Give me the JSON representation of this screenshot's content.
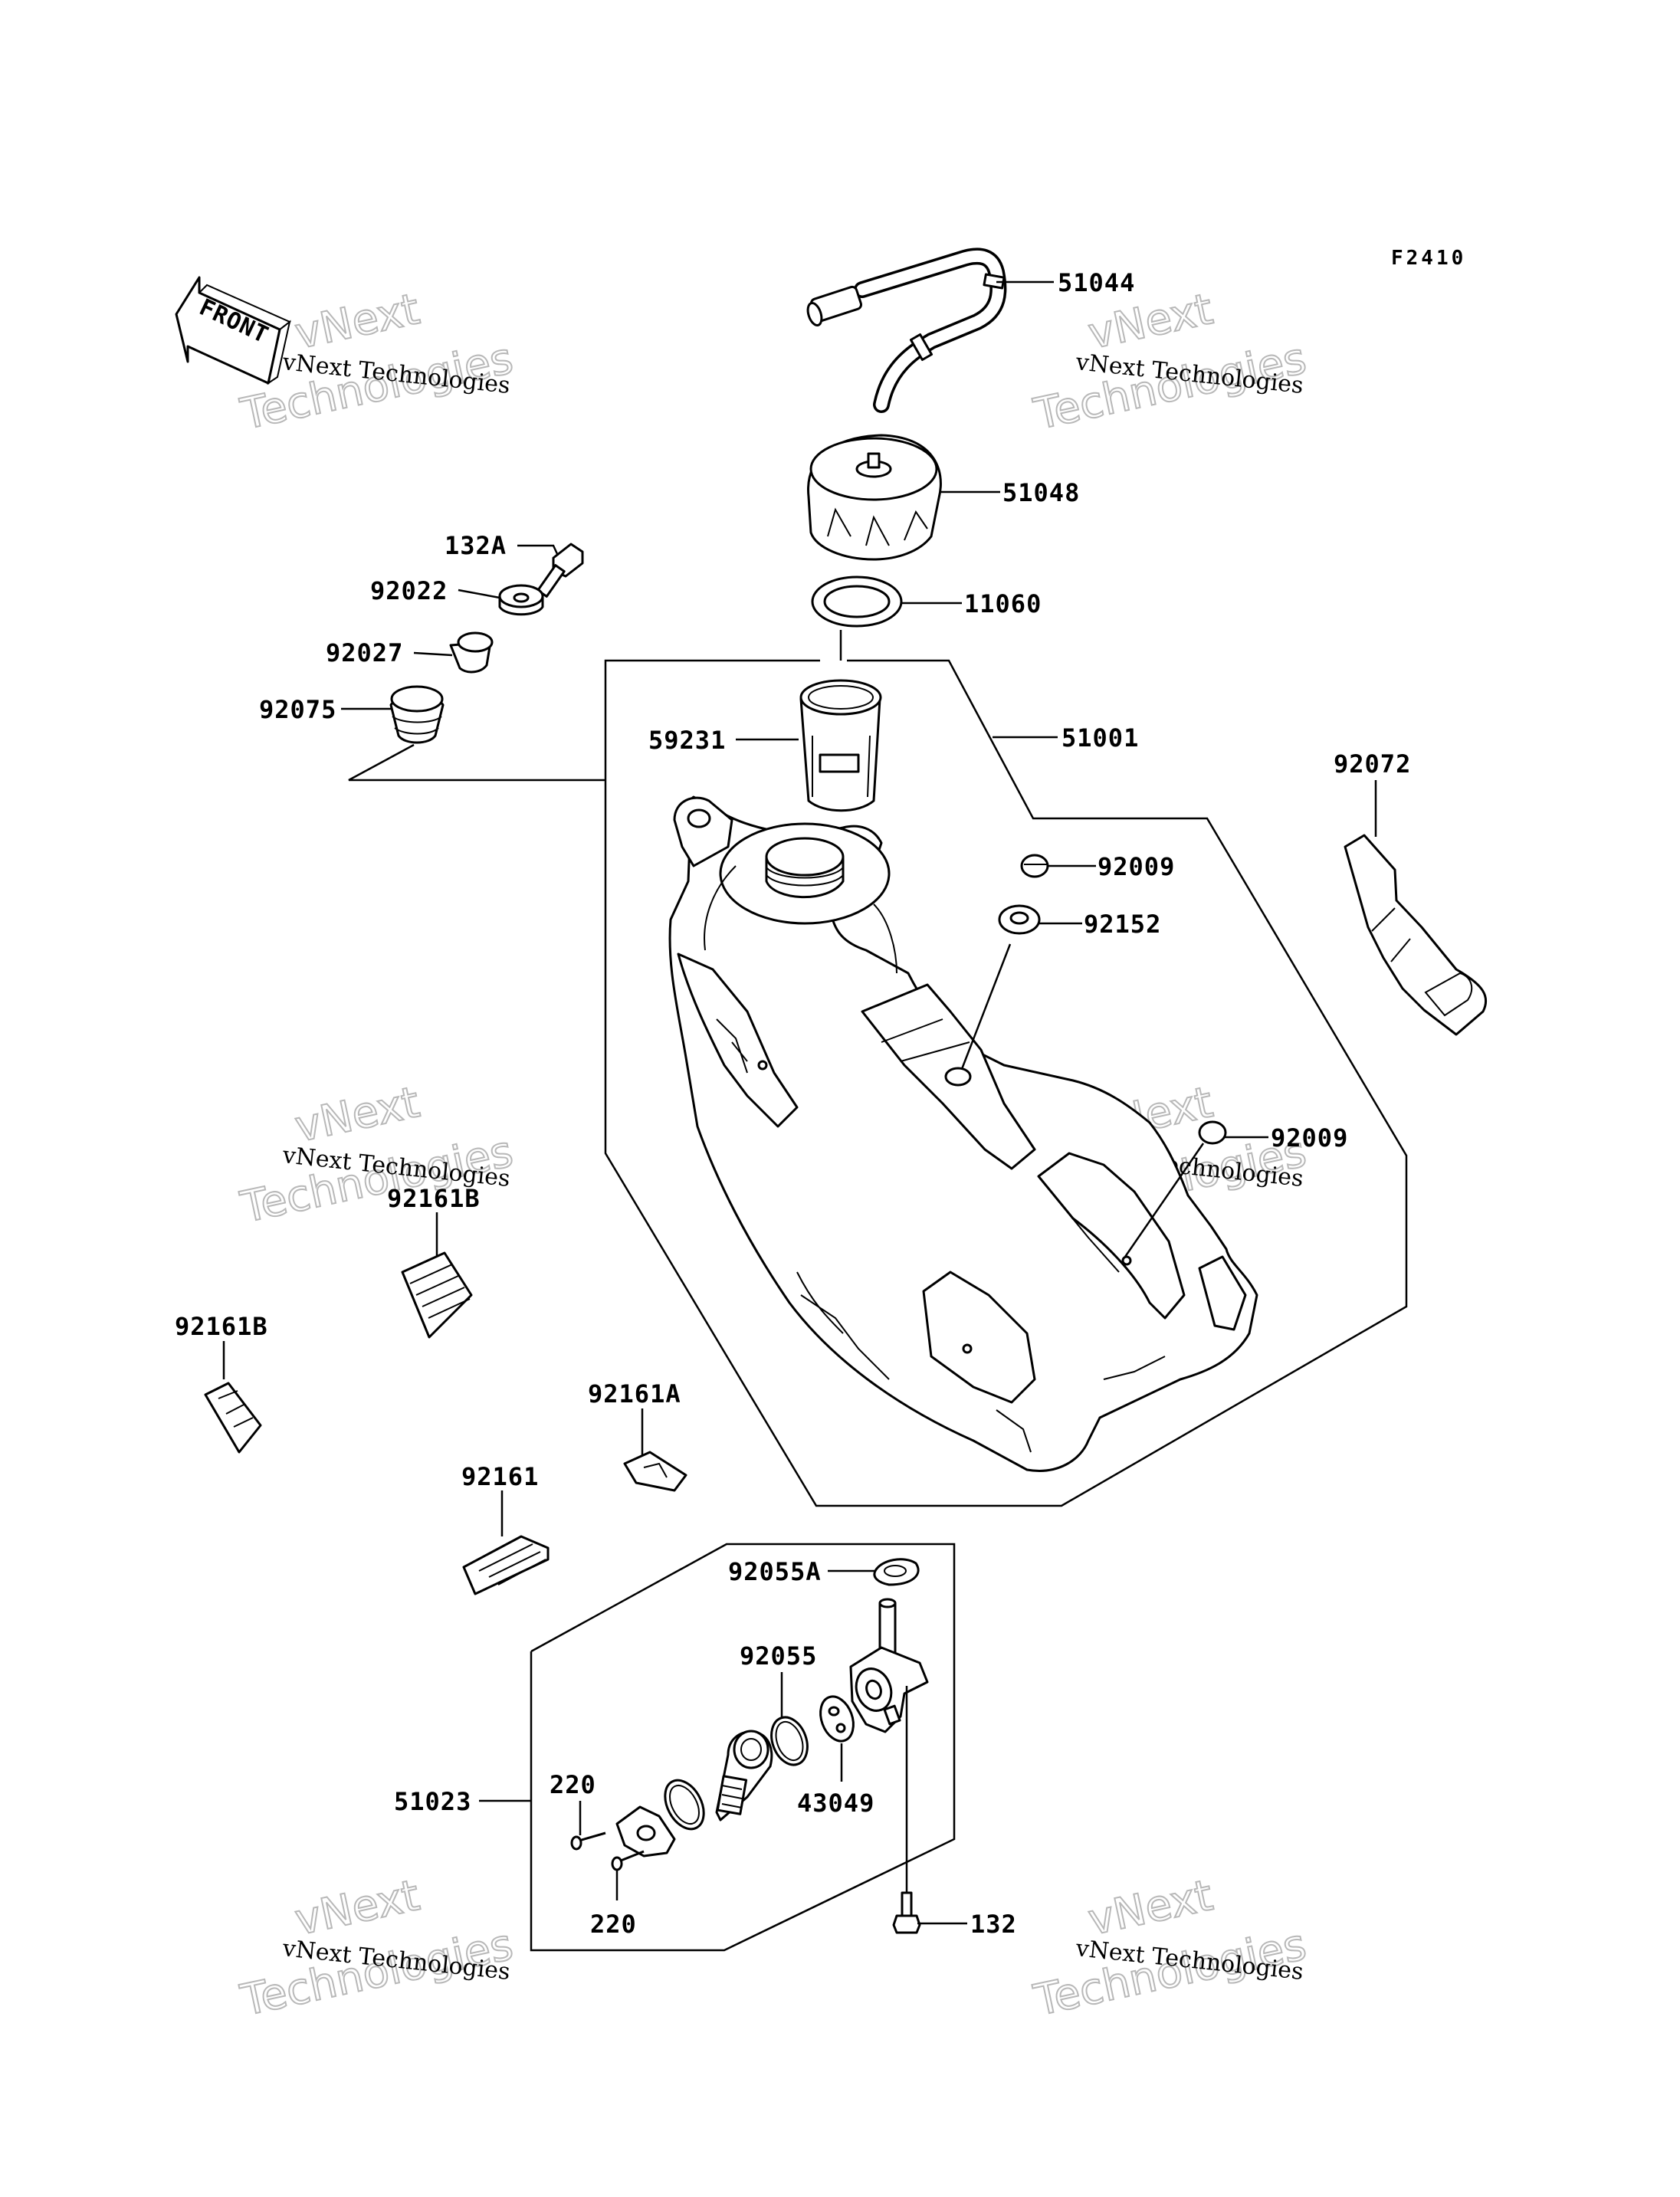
{
  "diagram_code": "F2410",
  "front_label": "FRONT",
  "watermark": {
    "line1": "vNext Technologies",
    "big_a": "vNext",
    "big_b": "Technologies"
  },
  "parts": {
    "p51044": "51044",
    "p51048": "51048",
    "p11060": "11060",
    "p51001": "51001",
    "p59231": "59231",
    "p132A": "132A",
    "p92022": "92022",
    "p92027": "92027",
    "p92075": "92075",
    "p92072": "92072",
    "p92009_top": "92009",
    "p92152": "92152",
    "p92009_right": "92009",
    "p92161B_a": "92161B",
    "p92161B_b": "92161B",
    "p92161A": "92161A",
    "p92161": "92161",
    "p92055A": "92055A",
    "p92055": "92055",
    "p43049": "43049",
    "p51023": "51023",
    "p220_top": "220",
    "p220_bottom": "220",
    "p132": "132"
  }
}
